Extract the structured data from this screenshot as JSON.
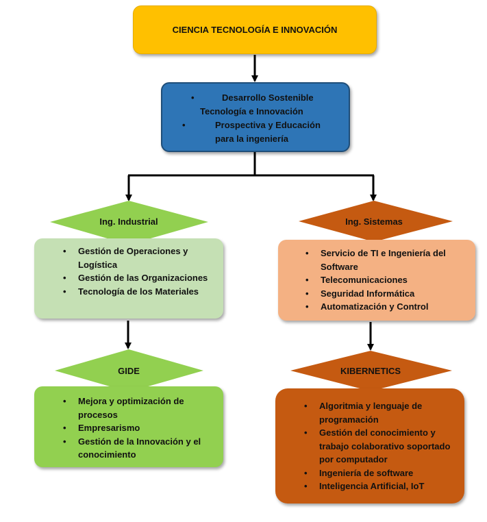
{
  "title": "CIENCIA TECNOLOGÍA E INNOVACIÓN",
  "core": {
    "lines": [
      "Desarrollo Sostenible",
      "Tecnología e Innovación",
      "Prospectiva y Educación",
      "para la ingeniería"
    ]
  },
  "industrial": {
    "label": "Ing. Industrial",
    "items": [
      "Gestión de Operaciones y Logística",
      "Gestión de las Organizaciones",
      "Tecnología de los Materiales"
    ]
  },
  "sistemas": {
    "label": "Ing. Sistemas",
    "items": [
      "Servicio de TI e Ingeniería del Software",
      "Telecomunicaciones",
      "Seguridad Informática",
      "Automatización y Control"
    ]
  },
  "gide": {
    "label": "GIDE",
    "items": [
      "Mejora y optimización de procesos",
      "Empresarismo",
      "Gestión de la Innovación y el conocimiento"
    ]
  },
  "kibernetics": {
    "label": "KIBERNETICS",
    "items": [
      "Algoritmia y lenguaje de programación",
      "Gestión del conocimiento y trabajo colaborativo soportado por computador",
      "Ingeniería de software",
      "Inteligencia Artificial, IoT"
    ]
  },
  "colors": {
    "title_fill": "#FFC000",
    "core_fill": "#2E75B6",
    "industrial_diamond": "#92D050",
    "industrial_box": "#C5E0B4",
    "gide_diamond": "#92D050",
    "gide_box": "#92D050",
    "sistemas_diamond": "#C55A11",
    "sistemas_box": "#F4B183",
    "kibernetics_diamond": "#C55A11",
    "kibernetics_box": "#C55A11"
  }
}
